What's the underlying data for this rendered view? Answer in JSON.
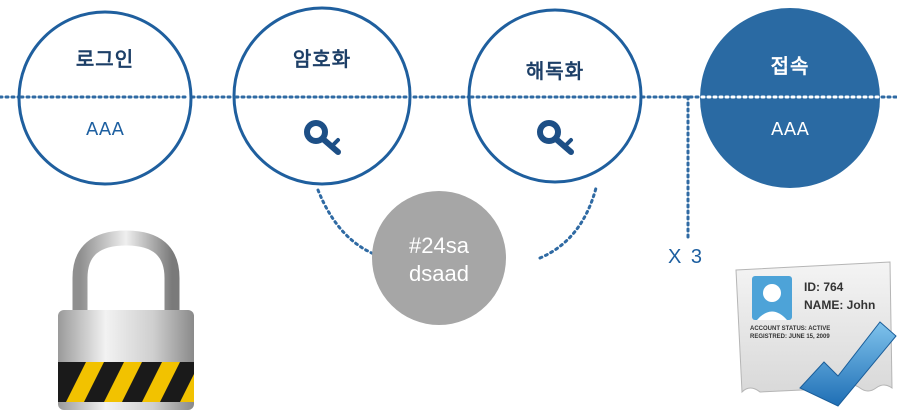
{
  "steps": [
    {
      "title": "로그인",
      "sub": "AAA",
      "icon": ""
    },
    {
      "title": "암호화",
      "sub": "",
      "icon": "key-icon"
    },
    {
      "title": "해독화",
      "sub": "",
      "icon": "key-icon"
    },
    {
      "title": "접속",
      "sub": "AAA",
      "icon": ""
    }
  ],
  "encrypted": {
    "line1": "#24sa",
    "line2": "dsaad"
  },
  "retry": "X 3",
  "id_card": {
    "id": "ID: 764",
    "name": "NAME: John",
    "status": "ACCOUNT STATUS: ACTIVE",
    "registered": "REGISTRED: JUNE 15, 2009"
  },
  "colors": {
    "outline": "#1f5f9e",
    "filled": "#2a6aa3",
    "encrypted_bubble": "#a6a6a6"
  }
}
